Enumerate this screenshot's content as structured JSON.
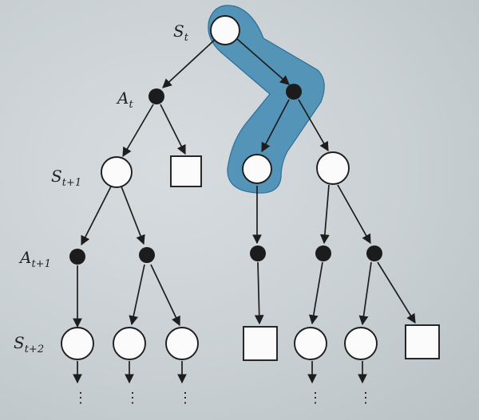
{
  "labels": {
    "s_t": {
      "base": "S",
      "sub": "t"
    },
    "a_t": {
      "base": "A",
      "sub": "t"
    },
    "s_t1": {
      "base": "S",
      "sub": "t+1"
    },
    "a_t1": {
      "base": "A",
      "sub": "t+1"
    },
    "s_t2": {
      "base": "S",
      "sub": "t+2"
    }
  },
  "continuation": "⋮"
}
